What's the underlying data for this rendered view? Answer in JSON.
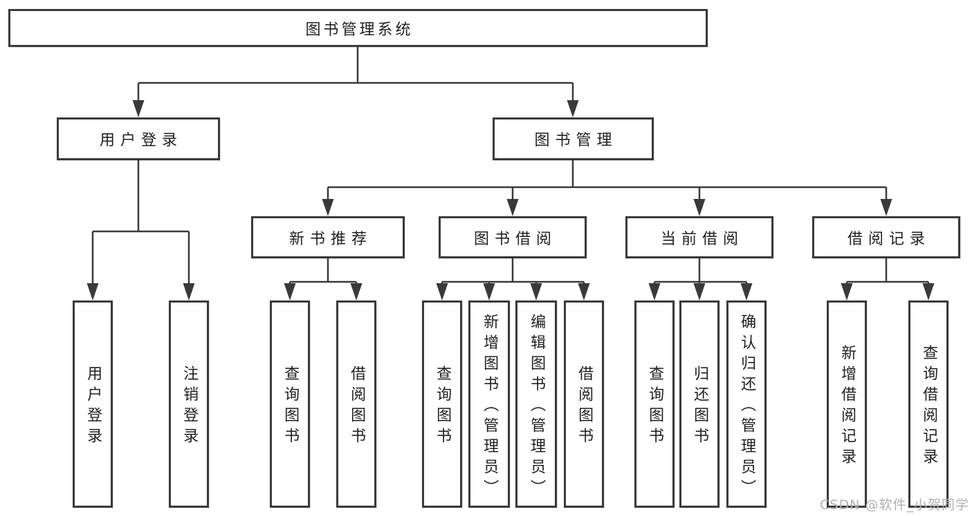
{
  "diagram": {
    "root": "图书管理系统",
    "branches": [
      {
        "label": "用户登录",
        "leaves": [
          "用户登录",
          "注销登录"
        ]
      },
      {
        "label": "图书管理",
        "groups": [
          {
            "label": "新书推荐",
            "leaves": [
              "查询图书",
              "借阅图书"
            ]
          },
          {
            "label": "图书借阅",
            "leaves": [
              "查询图书",
              "新增图书（管理员）",
              "编辑图书（管理员）",
              "借阅图书"
            ]
          },
          {
            "label": "当前借阅",
            "leaves": [
              "查询图书",
              "归还图书",
              "确认归还（管理员）"
            ]
          },
          {
            "label": "借阅记录",
            "leaves": [
              "新增借阅记录",
              "查询借阅记录"
            ]
          }
        ]
      }
    ],
    "colors": {
      "line": "#3a3a3a",
      "text": "#1f1f1f",
      "box-bg": "#ffffff",
      "background": "#ffffff",
      "watermark": "#b0b0b0"
    }
  },
  "watermark": {
    "text": "CSDN @软件_小贺同学"
  }
}
